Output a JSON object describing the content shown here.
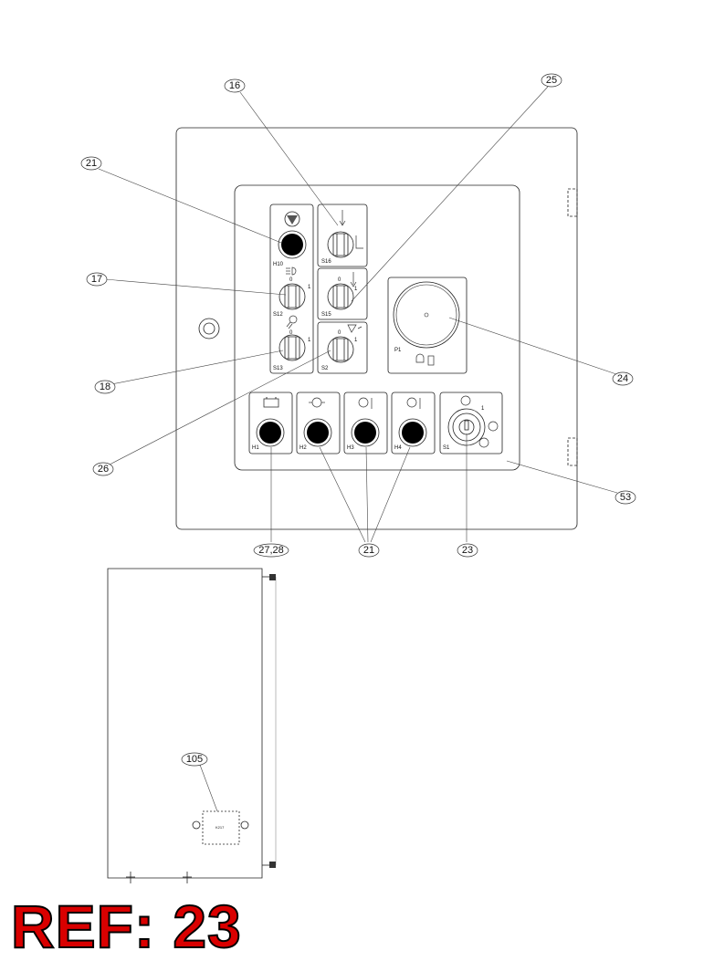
{
  "reference": "REF: 23",
  "callouts": {
    "c16": "16",
    "c25": "25",
    "c21_top": "21",
    "c17": "17",
    "c18": "18",
    "c24": "24",
    "c26": "26",
    "c53": "53",
    "c27_28": "27,28",
    "c21_bottom": "21",
    "c23": "23",
    "c105": "105"
  },
  "component_labels": {
    "H10": "H10",
    "S12": "S12",
    "S13": "S13",
    "S16": "S16",
    "S15": "S15",
    "S2": "S2",
    "P1": "P1",
    "H1": "H1",
    "H2": "H2",
    "H3": "H3",
    "H4": "H4",
    "S1": "S1",
    "K217": "K217"
  },
  "switch_positions": {
    "zero": "0",
    "one": "1"
  },
  "icons": [
    "warning-triangle-icon",
    "headlight-icon",
    "work-light-icon",
    "lift-up-icon",
    "lift-down-icon",
    "tipper-icon",
    "battery-icon",
    "oil-pressure-icon",
    "coolant-temp-icon",
    "fuel-level-icon",
    "preheat-icon",
    "hour-meter-icon"
  ]
}
